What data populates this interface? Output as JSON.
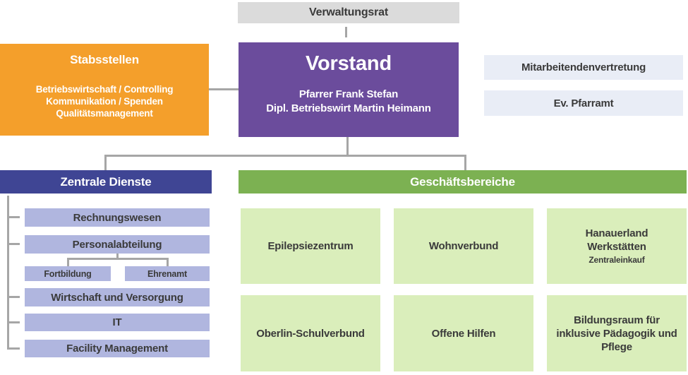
{
  "colors": {
    "orange": "#F49F2B",
    "purple": "#6B4C9C",
    "indigo": "#3F4594",
    "periwinkle": "#B0B6DF",
    "green": "#7CB152",
    "light_green": "#DAEEBB",
    "gray_box": "#DBDBDB",
    "pale_blue": "#E9EDF6",
    "connector_gray": "#A6A6A6",
    "dark_text": "#3A3A3A"
  },
  "verwaltungsrat": {
    "label": "Verwaltungsrat"
  },
  "stabsstellen": {
    "title": "Stabsstellen",
    "lines": [
      "Betriebswirtschaft / Controlling",
      "Kommunikation / Spenden",
      "Qualitätsmanagement"
    ]
  },
  "vorstand": {
    "title": "Vorstand",
    "members": [
      "Pfarrer Frank Stefan",
      "Dipl. Betriebswirt Martin Heimann"
    ]
  },
  "side_boxes": [
    {
      "label": "Mitarbeitendenvertretung"
    },
    {
      "label": "Ev. Pfarramt"
    }
  ],
  "zentrale_dienste": {
    "title": "Zentrale Dienste",
    "items": [
      "Rechnungswesen",
      "Personalabteilung",
      "Wirtschaft und Versorgung",
      "IT",
      "Facility Management"
    ],
    "personalabteilung_sub": [
      "Fortbildung",
      "Ehrenamt"
    ]
  },
  "geschaeftsbereiche": {
    "title": "Geschäftsbereiche",
    "cells": [
      {
        "title": "Epilepsiezentrum",
        "subtitle": ""
      },
      {
        "title": "Wohnverbund",
        "subtitle": ""
      },
      {
        "title": "Hanauerland Werkstätten",
        "subtitle": "Zentraleinkauf"
      },
      {
        "title": "Oberlin-Schulverbund",
        "subtitle": ""
      },
      {
        "title": "Offene Hilfen",
        "subtitle": ""
      },
      {
        "title": "Bildungsraum für inklusive Pädagogik und Pflege",
        "subtitle": ""
      }
    ]
  }
}
